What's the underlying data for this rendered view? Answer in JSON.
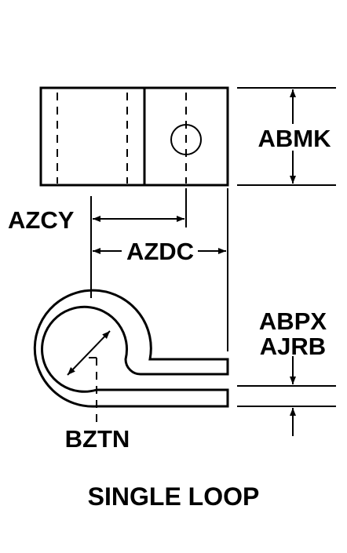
{
  "labels": {
    "abmk": "ABMK",
    "azcy": "AZCY",
    "azdc": "AZDC",
    "abpx": "ABPX",
    "ajrb": "AJRB",
    "bztn": "BZTN"
  },
  "caption": "SINGLE LOOP"
}
